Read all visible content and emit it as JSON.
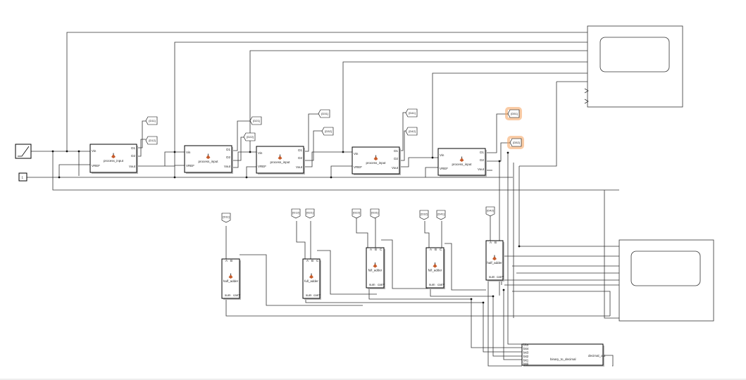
{
  "colors": {
    "wire": "#333333",
    "highlight": "#f5a25d",
    "block_icon": "#c65b2a"
  },
  "sources": {
    "ramp": {
      "icon": "ramp-icon"
    },
    "constant": {
      "value": "1"
    }
  },
  "process_blocks": {
    "title": "process_input",
    "ports": {
      "in_vin": "Vin",
      "in_vref": "VREF",
      "out_d1": "D1",
      "out_d2": "D2",
      "out_vout": "Vout"
    }
  },
  "top_tags": [
    [
      "[D11]",
      "[D12]"
    ],
    [
      "[D21]",
      "[D22]"
    ],
    [
      "[D31]",
      "[D32]"
    ],
    [
      "[D41]",
      "[D42]"
    ],
    [
      "[D51]",
      "[D52]"
    ]
  ],
  "adders": [
    {
      "title": "half_adder",
      "tags": [
        "[D11]"
      ]
    },
    {
      "title": "full_adder",
      "tags": [
        "[D12]",
        "[D21]"
      ]
    },
    {
      "title": "full_adder",
      "tags": [
        "[D22]",
        "[D31]"
      ]
    },
    {
      "title": "full_adder",
      "tags": [
        "[D32]",
        "[D41]"
      ]
    },
    {
      "title": "half_adder",
      "tags": [
        "[D42]"
      ]
    }
  ],
  "adder_ports": {
    "a": "A",
    "b": "B",
    "c": "C",
    "sum": "sum",
    "carry": "carry"
  },
  "converter": {
    "title": "binary_to_decimal",
    "inputs": [
      "bit5",
      "bit4",
      "bit3",
      "bit2",
      "bit1",
      "bit0"
    ],
    "output": "decimal_out"
  }
}
